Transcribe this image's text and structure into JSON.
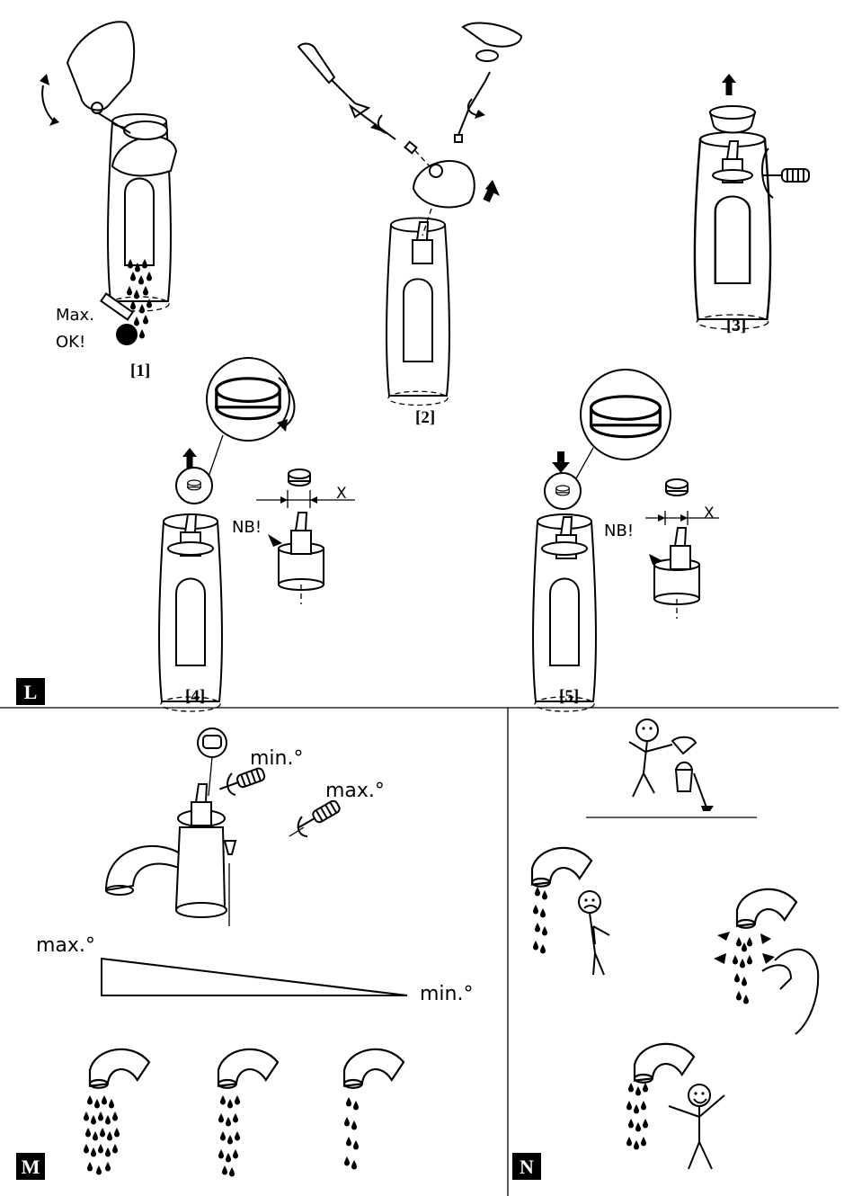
{
  "sections": [
    {
      "id": "L",
      "label": "L"
    },
    {
      "id": "M",
      "label": "M"
    },
    {
      "id": "N",
      "label": "N"
    }
  ],
  "steps": [
    "[1]",
    "[2]",
    "[3]",
    "[4]",
    "[5]"
  ],
  "labels": {
    "max_dot": "Max.",
    "ok": "OK!",
    "nb": "NB!",
    "x": "X",
    "min_temp": "min.°",
    "max_temp": "max.°"
  }
}
